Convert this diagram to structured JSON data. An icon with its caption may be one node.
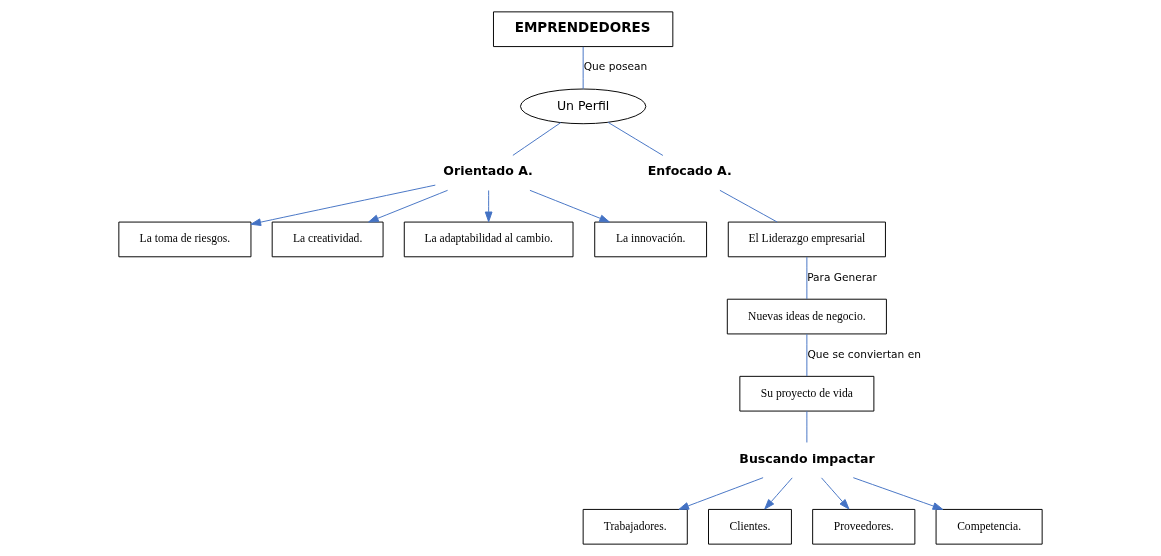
{
  "diagram": {
    "nodes": [
      {
        "text": [
          "EMPRENDEDORES"
        ]
      },
      {
        "text": [
          "Un Perfil"
        ]
      },
      {
        "text": [
          "Orientado A."
        ]
      },
      {
        "text": [
          "La toma de riesgos."
        ]
      },
      {
        "text": [
          "La creatividad."
        ]
      },
      {
        "text": [
          "La adaptabilidad al cambio."
        ]
      },
      {
        "text": [
          "La innovación."
        ]
      },
      {
        "text": [
          "Enfocado A."
        ]
      },
      {
        "text": [
          "El Liderazgo empresarial"
        ]
      },
      {
        "text": [
          "Nuevas ideas de negocio."
        ]
      },
      {
        "text": [
          "Su proyecto de vida"
        ]
      },
      {
        "text": [
          "Buscando impactar"
        ]
      },
      {
        "text": [
          "Trabajadores."
        ]
      },
      {
        "text": [
          "Clientes."
        ]
      },
      {
        "text": [
          "Proveedores."
        ]
      },
      {
        "text": [
          "Competencia."
        ]
      }
    ],
    "edges": [
      {
        "from": 0,
        "to": 1,
        "arrow": "none",
        "label": "Que posean"
      },
      {
        "from": 1,
        "to": 2,
        "arrow": "none"
      },
      {
        "from": 1,
        "to": 7,
        "arrow": "none"
      },
      {
        "from": 2,
        "to": 3,
        "arrow": "to"
      },
      {
        "from": 2,
        "to": 4,
        "arrow": "to"
      },
      {
        "from": 2,
        "to": 5,
        "arrow": "to"
      },
      {
        "from": 2,
        "to": 6,
        "arrow": "to"
      },
      {
        "from": 7,
        "to": 8,
        "arrow": "none"
      },
      {
        "from": 8,
        "to": 9,
        "arrow": "none",
        "label": "Para Generar"
      },
      {
        "from": 9,
        "to": 10,
        "arrow": "none",
        "label": "Que se conviertan en"
      },
      {
        "from": 10,
        "to": 11,
        "arrow": "none"
      },
      {
        "from": 11,
        "to": 12,
        "arrow": "to"
      },
      {
        "from": 11,
        "to": 13,
        "arrow": "to"
      },
      {
        "from": 11,
        "to": 14,
        "arrow": "to"
      },
      {
        "from": 11,
        "to": 15,
        "arrow": "to"
      }
    ]
  }
}
